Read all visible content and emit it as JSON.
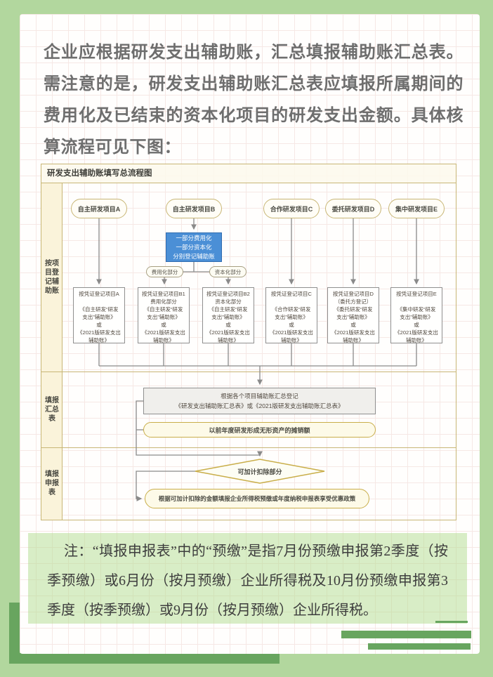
{
  "colors": {
    "bg_green": "#b2d79e",
    "accent_green": "#68a55f",
    "grid_pink": "#f6e8e5",
    "frame_tan": "#c8b676",
    "yellow": "#c9ae4a",
    "blue_fill": "#4b8fd6",
    "blue_border": "#2f6cb0"
  },
  "intro": {
    "text": "企业应根据研发支出辅助账，汇总填报辅助账汇总表。需注意的是，研发支出辅助账汇总表应填报所属期间的费用化及已结束的资本化项目的研发支出金额。具体核算流程可见下图："
  },
  "flowchart": {
    "title": "研发支出辅助账填写总流程图",
    "row_labels": [
      "按项目登记辅助账",
      "填报汇总表",
      "填报申报表"
    ],
    "projects": [
      "自主研发项目A",
      "自主研发项目B",
      "合作研发项目C",
      "委托研发项目D",
      "集中研发项目E"
    ],
    "split_box": "一部分费用化\n一部分资本化\n分别登记辅助账",
    "split_labels": [
      "费用化部分",
      "资本化部分"
    ],
    "ledger_boxes": [
      "按凭证登记项目A\n\n《自主研发“研发\n支出”辅助账》\n或\n《2021版研发支出\n辅助账》",
      "按凭证登记项目B1\n费用化部分\n《自主研发“研发\n支出”辅助账》\n或\n《2021版研发支出\n辅助账》",
      "按凭证登记项目B2\n资本化部分\n《自主研发“研发\n支出”辅助账》\n或\n《2021版研发支出\n辅助账》",
      "按凭证登记项目C\n\n《合作研发“研发\n支出”辅助账》\n或\n《2021版研发支出\n辅助账》",
      "按凭证登记项目D\n（委托方登记）\n《委托研发“研发\n支出”辅助账》\n或\n《2021版研发支出\n辅助账》",
      "按凭证登记项目E\n\n《集中研发“研发\n支出”辅助账》\n或\n《2021版研发支出\n辅助账》"
    ],
    "summary_box": "根据各个项目辅助账汇总登记\n《研发支出辅助账汇总表》或《2021版研发支出辅助账汇总表》",
    "amortization": "以前年度研发形成无形资产的摊销额",
    "decision": "可加计扣除部分",
    "final": "根据可加计扣除的金额填报企业所得税预缴或年度纳税申报表享受优惠政策"
  },
  "note": {
    "text": "注：“填报申报表”中的“预缴”是指7月份预缴申报第2季度（按季预缴）或6月份（按月预缴）企业所得税及10月份预缴申报第3季度（按季预缴）或9月份（按月预缴）企业所得税。"
  }
}
